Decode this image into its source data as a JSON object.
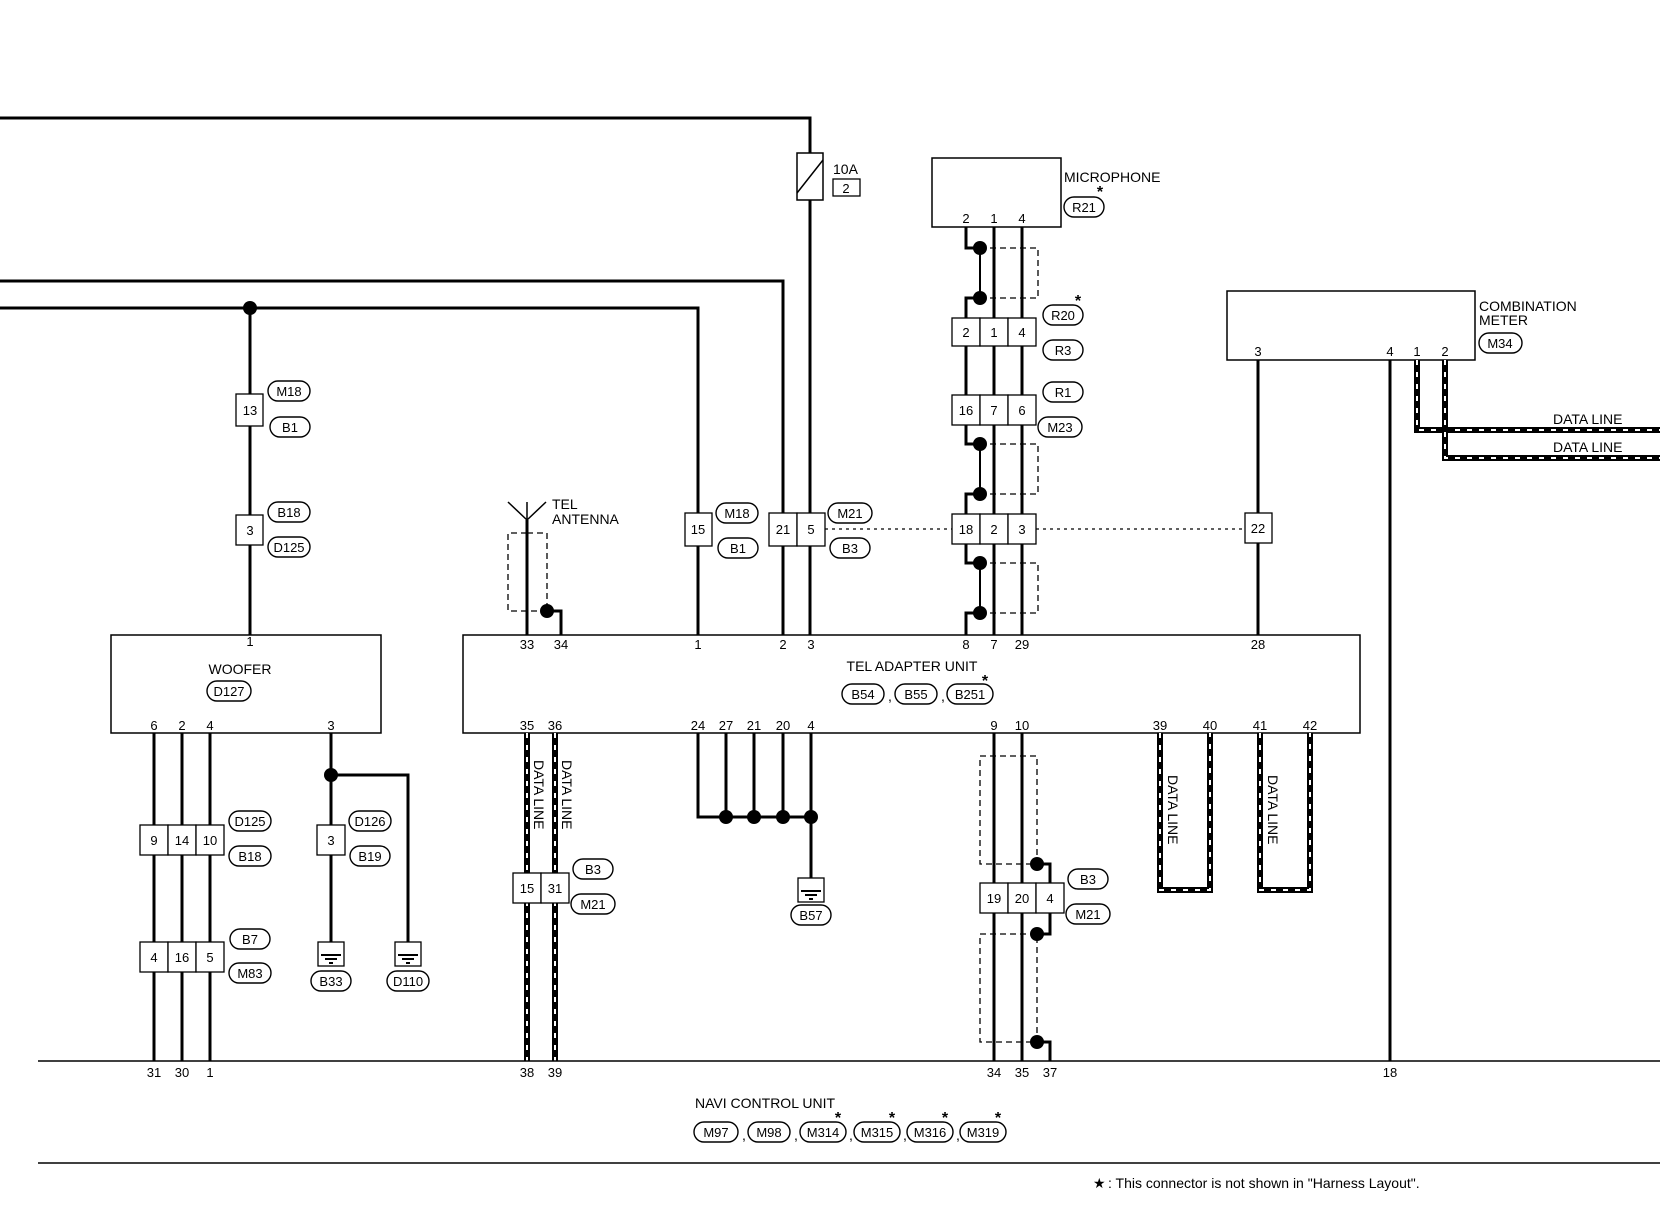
{
  "components": {
    "microphone": {
      "name": "MICROPHONE",
      "connector": "R21",
      "pins": [
        "2",
        "1",
        "4"
      ]
    },
    "combination_meter": {
      "name_line1": "COMBINATION",
      "name_line2": "METER",
      "connector": "M34",
      "pins": [
        "3",
        "4",
        "1",
        "2"
      ]
    },
    "woofer": {
      "name": "WOOFER",
      "connector": "D127",
      "top_pins": [
        "1"
      ],
      "bottom_pins": [
        "6",
        "2",
        "4",
        "3"
      ]
    },
    "tel_adapter": {
      "name": "TEL ADAPTER UNIT",
      "connectors": [
        "B54",
        "B55",
        "B251"
      ],
      "separator": ",",
      "top_pins": [
        "33",
        "34",
        "1",
        "2",
        "3",
        "8",
        "7",
        "29",
        "28"
      ],
      "bottom_pins": [
        "35",
        "36",
        "24",
        "27",
        "21",
        "20",
        "4",
        "9",
        "10",
        "39",
        "40",
        "41",
        "42"
      ]
    },
    "navi": {
      "name": "NAVI CONTROL UNIT",
      "connectors": [
        "M97",
        "M98",
        "M314",
        "M315",
        "M316",
        "M319"
      ],
      "separator": ",",
      "pins": [
        "31",
        "30",
        "1",
        "38",
        "39",
        "34",
        "35",
        "37",
        "18"
      ]
    },
    "tel_antenna": {
      "line1": "TEL",
      "line2": "ANTENNA"
    }
  },
  "fuse": {
    "rating": "10A",
    "number": "2"
  },
  "connectors": {
    "c_m18_13": {
      "pins": [
        "13"
      ],
      "tags": [
        "M18",
        "B1"
      ]
    },
    "c_b18_3": {
      "pins": [
        "3"
      ],
      "tags": [
        "B18",
        "D125"
      ]
    },
    "c_m18_15": {
      "pins": [
        "15"
      ],
      "tags": [
        "M18",
        "B1"
      ]
    },
    "c_m21_b3": {
      "pins": [
        "21",
        "5"
      ],
      "tags": [
        "M21",
        "B3"
      ]
    },
    "c_r20": {
      "pins": [],
      "tags": [
        "R20"
      ]
    },
    "c_r3": {
      "pins": [
        "2",
        "1",
        "4"
      ],
      "tags": [
        "R3"
      ]
    },
    "c_r1": {
      "pins": [
        "16",
        "7",
        "6"
      ],
      "tags": [
        "R1",
        "M23"
      ]
    },
    "c_mid": {
      "pins": [
        "18",
        "2",
        "3"
      ],
      "tags": []
    },
    "c_22": {
      "pins": [
        "22"
      ],
      "tags": []
    },
    "c_d125": {
      "pins": [
        "9",
        "14",
        "10"
      ],
      "tags": [
        "D125",
        "B18"
      ]
    },
    "c_b7": {
      "pins": [
        "4",
        "16",
        "5"
      ],
      "tags": [
        "B7",
        "M83"
      ]
    },
    "c_d126": {
      "pins": [
        "3"
      ],
      "tags": [
        "D126",
        "B19"
      ]
    },
    "c_b3_15": {
      "pins": [
        "15",
        "31"
      ],
      "tags": [
        "B3",
        "M21"
      ]
    },
    "c_b3_19": {
      "pins": [
        "19",
        "20",
        "4"
      ],
      "tags": [
        "B3",
        "M21"
      ]
    }
  },
  "grounds": [
    "B33",
    "D110",
    "B57"
  ],
  "data_line_label": "DATA LINE",
  "footnote": {
    "star": "★",
    "text": ": This connector is not shown in \"Harness Layout\"."
  }
}
